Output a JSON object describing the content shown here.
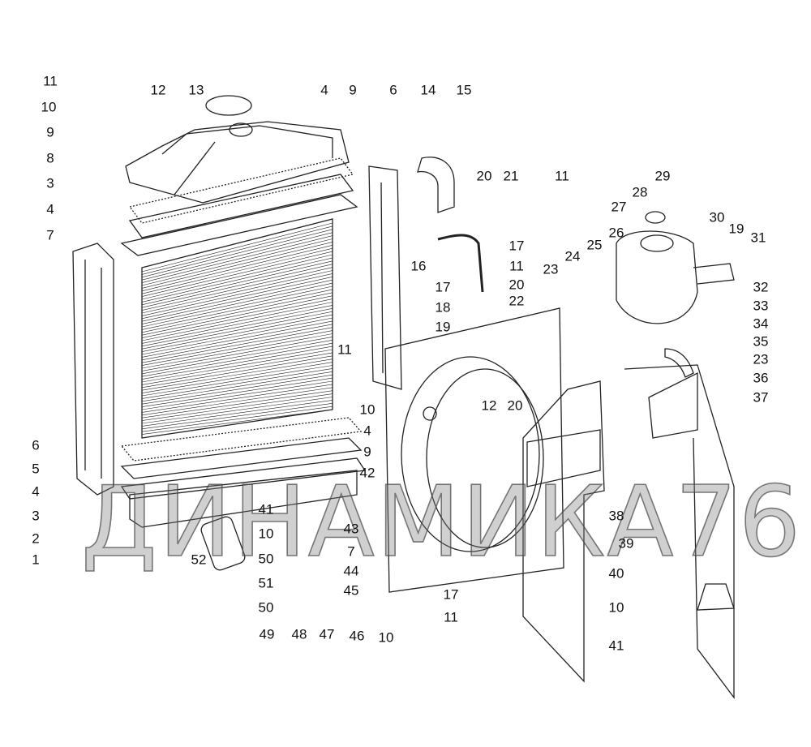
{
  "title": "Radiator and cooling system exploded view",
  "watermark": "ДИНАМИКА76",
  "colors": {
    "line": "#222222",
    "background": "#ffffff"
  },
  "callouts": [
    "11",
    "10",
    "9",
    "8",
    "3",
    "4",
    "7",
    "12",
    "13",
    "4",
    "9",
    "6",
    "14",
    "15",
    "20",
    "21",
    "11",
    "29",
    "28",
    "27",
    "30",
    "19",
    "31",
    "26",
    "25",
    "24",
    "23",
    "17",
    "16",
    "11",
    "17",
    "20",
    "22",
    "18",
    "19",
    "32",
    "33",
    "34",
    "35",
    "23",
    "36",
    "37",
    "11",
    "10",
    "4",
    "9",
    "12",
    "20",
    "6",
    "5",
    "4",
    "3",
    "2",
    "1",
    "42",
    "41",
    "10",
    "43",
    "7",
    "50",
    "44",
    "51",
    "45",
    "52",
    "50",
    "49",
    "48",
    "47",
    "46",
    "10",
    "17",
    "11",
    "38",
    "39",
    "40",
    "10",
    "41"
  ]
}
